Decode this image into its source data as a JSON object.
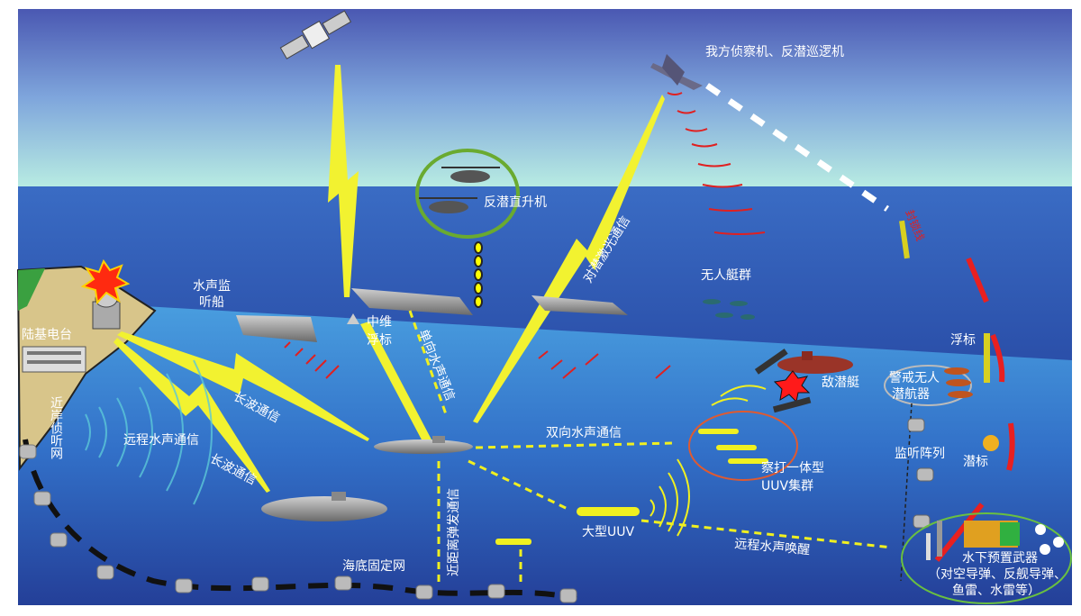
{
  "labels": {
    "aircraft": "我方侦察机、反潜巡逻机",
    "helicopter": "反潜直升机",
    "laser_comm": "对潜激光通信",
    "usv_group": "无人艇群",
    "blockade_line": "封锁线",
    "sonar_ship_1": "水声监",
    "sonar_ship_2": "听船",
    "relay_buoy_1": "中维",
    "relay_buoy_2": "浮标",
    "one_way_acoustic": "单向水声通信",
    "land_station": "陆基电台",
    "coastal_net": "近岸侦听网",
    "long_range_acoustic": "远程水声通信",
    "long_wave_1": "长波通信",
    "long_wave_2": "长波通信",
    "two_way_acoustic": "双向水声通信",
    "enemy_sub": "敌潜艇",
    "guard_uuv_1": "警戒无人",
    "guard_uuv_2": "潜航器",
    "buoy": "浮标",
    "listening_array": "监听阵列",
    "subsurface_buoy": "潜标",
    "uuv_cluster_1": "察打一体型",
    "uuv_cluster_2": "UUV集群",
    "large_uuv": "大型UUV",
    "remote_wakeup": "远程水声唤醒",
    "short_range_comm": "近距离弹发通信",
    "seabed_net": "海底固定网",
    "weapons_1": "水下预置武器",
    "weapons_2": "（对空导弹、反舰导弹、",
    "weapons_3": "鱼雷、水雷等）"
  },
  "colors": {
    "comm_yellow": "#f2f230",
    "blockade_red": "#e82020",
    "sky_top": "#4a5ab4",
    "sea_surface": "#2e56b0",
    "underwater": "#3f8fd8"
  }
}
